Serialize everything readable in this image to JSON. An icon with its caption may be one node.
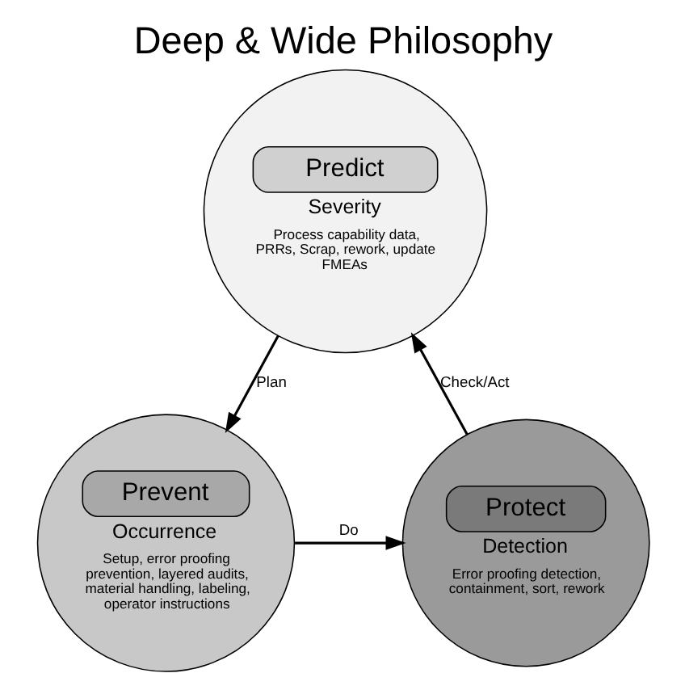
{
  "diagram": {
    "title": "Deep & Wide Philosophy",
    "nodes": [
      {
        "text": [
          "Predict",
          "Severity",
          "Process capability data, PRRs, Scrap, rework, update FMEAs"
        ]
      },
      {
        "text": [
          "Protect",
          "Detection",
          "Error proofing detection, containment, sort, rework"
        ]
      },
      {
        "text": [
          "Prevent",
          "Occurrence",
          "Setup, error proofing prevention, layered audits, material handling, labeling, operator instructions"
        ]
      }
    ],
    "edges": [
      {
        "from": 0,
        "to": 2,
        "arrow": "to",
        "label": "Plan"
      },
      {
        "from": 2,
        "to": 1,
        "arrow": "to",
        "label": "Do"
      },
      {
        "from": 1,
        "to": 0,
        "arrow": "to",
        "label": "Check/Act"
      }
    ]
  }
}
